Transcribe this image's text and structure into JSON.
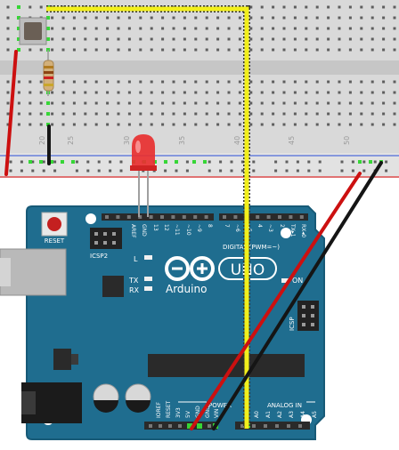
{
  "breadboard": {
    "column_numbers": [
      "20",
      "25",
      "30",
      "35",
      "40",
      "45",
      "50"
    ]
  },
  "arduino": {
    "logo_text": "Arduino",
    "model_text": "UNO",
    "reset_label": "RESET",
    "icsp2_label": "ICSP2",
    "icsp_label": "ICSP",
    "led_l_label": "L",
    "tx_label": "TX",
    "rx_label": "RX",
    "on_label": "ON",
    "digital_label": "DIGITAL (PWM=~)",
    "power_label": "POWER",
    "analog_label": "ANALOG IN",
    "top_header_labels": [
      "AREF",
      "GND",
      "13",
      "12",
      "~11",
      "~10",
      "~9",
      "8",
      "7",
      "~6",
      "~5",
      "4",
      "~3",
      "2",
      "TX▸1",
      "RX◂0"
    ],
    "power_header_labels": [
      "IOREF",
      "RESET",
      "3V3",
      "5V",
      "GND",
      "GND",
      "VIN"
    ],
    "analog_header_labels": [
      "A0",
      "A1",
      "A2",
      "A3",
      "A4",
      "A5"
    ]
  },
  "colors": {
    "board": "#1f6d8f",
    "board_edge": "#175a77",
    "wire_yellow": "#f2ef1b",
    "wire_red": "#cc1010",
    "wire_black": "#151515",
    "led": "#e83030",
    "rail_blue": "#2b4fd8",
    "rail_red": "#e03030"
  }
}
